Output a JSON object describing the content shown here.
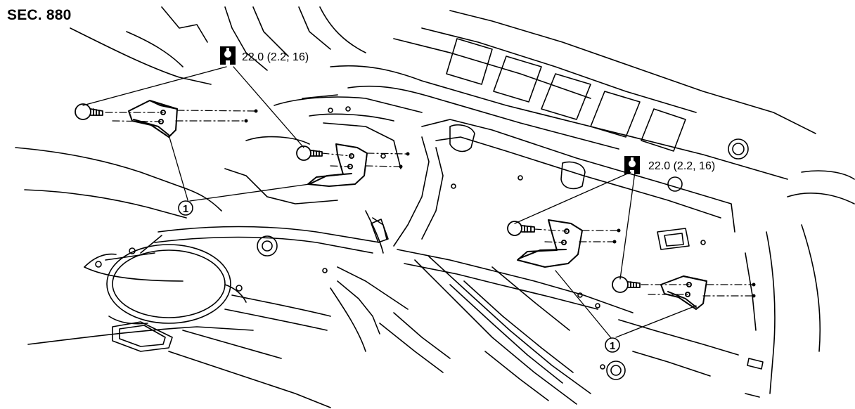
{
  "section": {
    "title": "SEC. 880"
  },
  "torque_callouts": [
    {
      "text": "22.0 (2.2, 16)",
      "icon": "torque-wrench-icon"
    },
    {
      "text": "22.0 (2.2, 16)",
      "icon": "torque-wrench-icon"
    }
  ],
  "part_callouts": [
    {
      "number": "1"
    },
    {
      "number": "1"
    }
  ],
  "colors": {
    "line": "#000000",
    "background": "#ffffff"
  }
}
